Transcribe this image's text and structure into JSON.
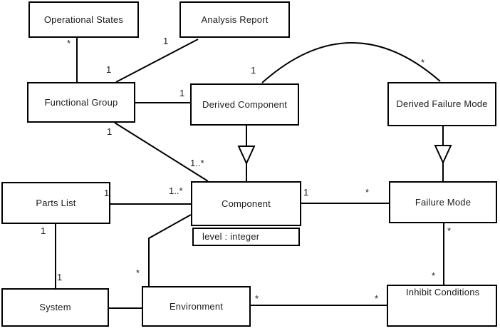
{
  "diagram": {
    "kind": "UML class diagram",
    "background_color": "#ffffff",
    "line_color": "#000000",
    "text_color": "#1c1c1c"
  },
  "classes": {
    "operational_states": {
      "name": "Operational States"
    },
    "analysis_report": {
      "name": "Analysis Report"
    },
    "functional_group": {
      "name": "Functional Group"
    },
    "derived_component": {
      "name": "Derived Component"
    },
    "derived_failure_mode": {
      "name": "Derived Failure Mode"
    },
    "parts_list": {
      "name": "Parts List"
    },
    "component": {
      "name": "Component",
      "attribute": "level : integer"
    },
    "failure_mode": {
      "name": "Failure Mode"
    },
    "system": {
      "name": "System"
    },
    "environment": {
      "name": "Environment"
    },
    "inhibit_conditions": {
      "name": "Inhibit Conditions"
    }
  },
  "multiplicities": {
    "ops_fg_star": "*",
    "ops_fg_one": "1",
    "ar_fg_one": "1",
    "fg_dc_one": "1",
    "dc_arc_one": "1",
    "dfm_arc_star": "*",
    "fg_comp_one": "1",
    "fg_comp_onestar": "1..*",
    "pl_comp_one": "1",
    "pl_comp_onestar": "1..*",
    "comp_fm_one": "1",
    "comp_fm_star": "*",
    "pl_sys_one_top": "1",
    "pl_sys_one_bottom": "1",
    "comp_env_star": "*",
    "env_inh_star": "*",
    "inh_env_star": "*",
    "fm_inh_star_top": "*",
    "fm_inh_star_bottom": "*"
  },
  "relationships": [
    {
      "from": "Operational States",
      "to": "Functional Group",
      "type": "association",
      "from_multiplicity": "*",
      "to_multiplicity": "1"
    },
    {
      "from": "Analysis Report",
      "to": "Functional Group",
      "type": "association",
      "from_multiplicity": "1"
    },
    {
      "from": "Functional Group",
      "to": "Derived Component",
      "type": "association",
      "to_multiplicity": "1"
    },
    {
      "from": "Functional Group",
      "to": "Component",
      "type": "association",
      "from_multiplicity": "1",
      "to_multiplicity": "1..*"
    },
    {
      "from": "Derived Component",
      "to": "Derived Failure Mode",
      "type": "association",
      "from_multiplicity": "1",
      "to_multiplicity": "*"
    },
    {
      "from": "Derived Component",
      "to": "Component",
      "type": "generalization"
    },
    {
      "from": "Derived Failure Mode",
      "to": "Failure Mode",
      "type": "generalization"
    },
    {
      "from": "Parts List",
      "to": "Component",
      "type": "association",
      "from_multiplicity": "1",
      "to_multiplicity": "1..*"
    },
    {
      "from": "Component",
      "to": "Failure Mode",
      "type": "association",
      "from_multiplicity": "1",
      "to_multiplicity": "*"
    },
    {
      "from": "Parts List",
      "to": "System",
      "type": "association",
      "from_multiplicity": "1",
      "to_multiplicity": "1"
    },
    {
      "from": "System",
      "to": "Environment",
      "type": "association"
    },
    {
      "from": "Component",
      "to": "Environment",
      "type": "association",
      "to_multiplicity": "*"
    },
    {
      "from": "Environment",
      "to": "Inhibit Conditions",
      "type": "association",
      "from_multiplicity": "*",
      "to_multiplicity": "*"
    },
    {
      "from": "Failure Mode",
      "to": "Inhibit Conditions",
      "type": "association",
      "from_multiplicity": "*",
      "to_multiplicity": "*"
    }
  ]
}
